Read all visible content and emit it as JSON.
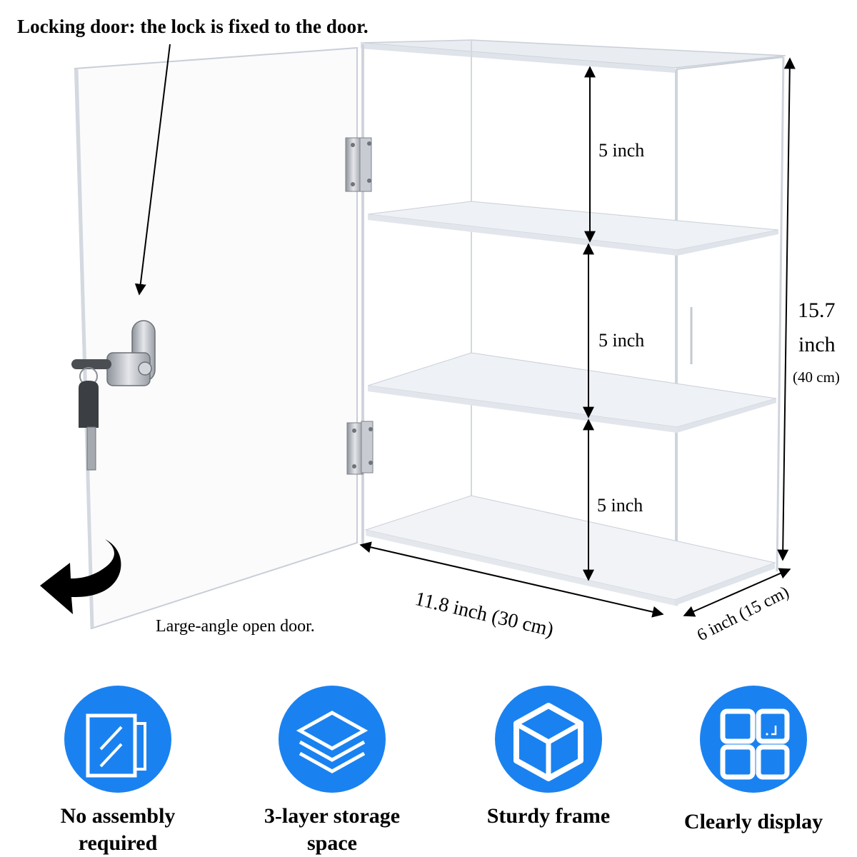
{
  "callout": {
    "lock_note": "Locking door: the lock is fixed to the door.",
    "door_note": "Large-angle open door."
  },
  "dimensions": {
    "shelf_heights": [
      "5 inch",
      "5 inch",
      "5 inch"
    ],
    "height_value": "15.7",
    "height_unit": "inch",
    "height_metric": "(40 cm)",
    "width": "11.8 inch (30 cm)",
    "depth": "6 inch (15 cm)"
  },
  "features": [
    {
      "icon": "glass-panel-icon",
      "label_line1": "No assembly",
      "label_line2": "required"
    },
    {
      "icon": "layers-icon",
      "label_line1": "3-layer storage",
      "label_line2": "space"
    },
    {
      "icon": "cube-icon",
      "label_line1": "Sturdy frame",
      "label_line2": ""
    },
    {
      "icon": "grid-display-icon",
      "label_line1": "Clearly display",
      "label_line2": ""
    }
  ],
  "colors": {
    "accent_blue": "#1a82f0",
    "acrylic_edge": "#c9cfd8",
    "shelf_fill": "#eef1f5",
    "hinge_metal": "#b8bcc2"
  }
}
